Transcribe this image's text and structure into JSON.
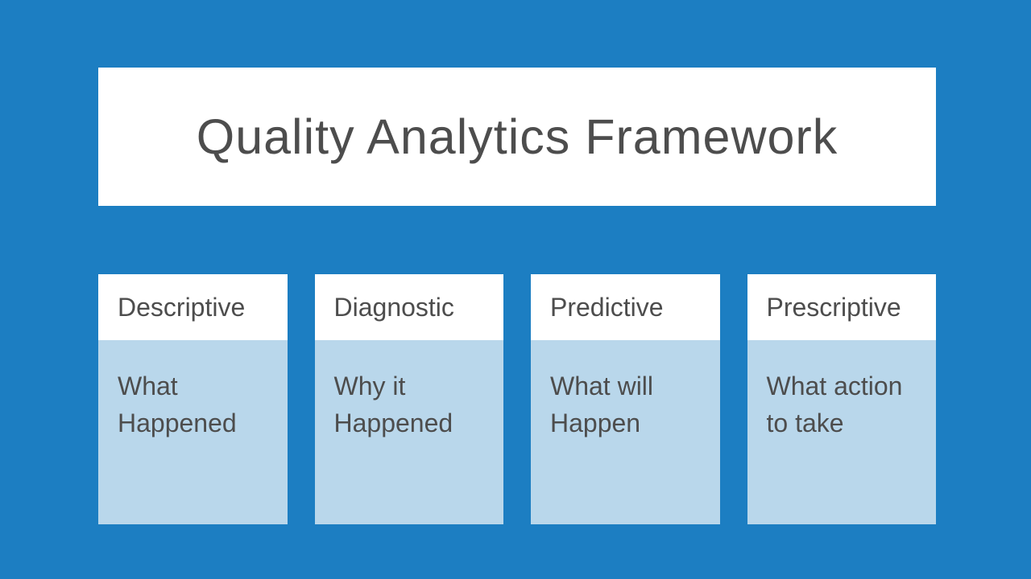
{
  "slide": {
    "title": "Quality Analytics Framework",
    "cards": [
      {
        "header": "Descriptive",
        "body": "What Happened"
      },
      {
        "header": "Diagnostic",
        "body": "Why it Happened"
      },
      {
        "header": "Predictive",
        "body": "What will Happen"
      },
      {
        "header": "Prescriptive",
        "body": "What action to take"
      }
    ],
    "colors": {
      "background": "#1C7EC2",
      "panel": "#FFFFFF",
      "card_body": "#B9D7EB",
      "text": "#4D4D4D"
    }
  }
}
